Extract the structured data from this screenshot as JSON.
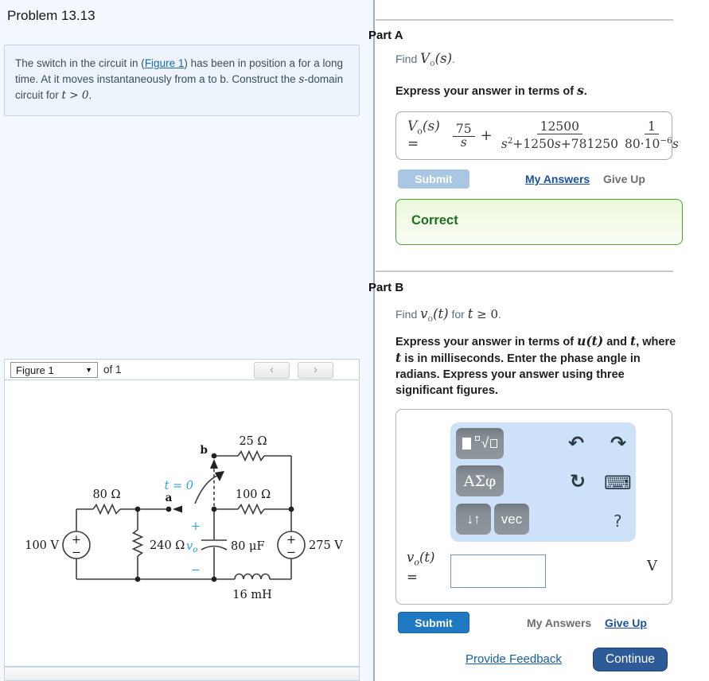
{
  "page": {
    "title": "Problem 13.13"
  },
  "problem": {
    "p1": "The switch in the circuit in (",
    "figure_link": "Figure 1",
    "p2": ") has been in position a for a long time. At it moves instantaneously from a to b. Construct the ",
    "s_var": "s",
    "p3": "-domain circuit for ",
    "t_expr": "t > 0",
    "p4": "."
  },
  "figure_bar": {
    "selector": "Figure 1",
    "caret": "▼",
    "of": "of 1",
    "prev": "‹",
    "next": "›"
  },
  "figure": {
    "labels": {
      "r25": "25 Ω",
      "node_b": "b",
      "t0": "t = 0",
      "r80": "80 Ω",
      "node_a": "a",
      "r100": "100 Ω",
      "vs_left": "100 V",
      "r240": "240 Ω",
      "vo_v": "v",
      "vo_sub": "o",
      "cap_plus": "+",
      "cap_minus": "−",
      "cap": "80 μF",
      "vs_right": "275 V",
      "ind": "16 mH",
      "src_plus": "+",
      "src_minus": "−"
    }
  },
  "part_a": {
    "heading": "Part A",
    "find_prefix": "Find ",
    "find_v": "V",
    "find_sub": "o",
    "find_args": "(s)",
    "find_suffix": ".",
    "express_p1": "Express your answer in terms of ",
    "express_var": "s",
    "express_p2": ".",
    "eq": {
      "lhs_v": "V",
      "lhs_sub": "o",
      "lhs_args": "(s)",
      "equals": "=",
      "f1n": "75",
      "f1d": "s",
      "plus": "+",
      "f2n": "12500",
      "f2d_s": "s",
      "f2d_sup": "2",
      "f2d_p1": "+1250",
      "f2d_s2": "s",
      "f2d_p2": "+781250",
      "f3n": "1",
      "f3d_a": "80·10",
      "f3d_sup": "−6",
      "f3d_s": "s"
    },
    "submit": "Submit",
    "my_answers": "My Answers",
    "give_up": "Give Up",
    "status": "Correct"
  },
  "part_b": {
    "heading": "Part B",
    "find_prefix": "Find ",
    "find_v": "v",
    "find_sub": "o",
    "find_args": "(t)",
    "find_mid": " for ",
    "cond_t": "t",
    "cond_rest": " ≥ 0",
    "find_suffix": ".",
    "express": {
      "p1": "Express your answer in terms of ",
      "u": "u(t)",
      "p2": " and ",
      "t": "t",
      "p3": ", where ",
      "t2": "t",
      "p4": " is in milliseconds. Enter the phase angle in radians. Express your answer using three significant figures."
    },
    "toolbar": {
      "greek": "ΑΣφ",
      "updown": "↓↑",
      "vec": "vec",
      "undo": "↶",
      "redo": "↷",
      "reset": "↻",
      "keyboard": "⌨",
      "help": "?"
    },
    "answer": {
      "v": "v",
      "sub": "o",
      "args": "(t)",
      "equals": "=",
      "unit": "V"
    },
    "submit": "Submit",
    "my_answers": "My Answers",
    "give_up": "Give Up"
  },
  "footer": {
    "provide_feedback": "Provide Feedback",
    "continue_label": "Continue"
  }
}
